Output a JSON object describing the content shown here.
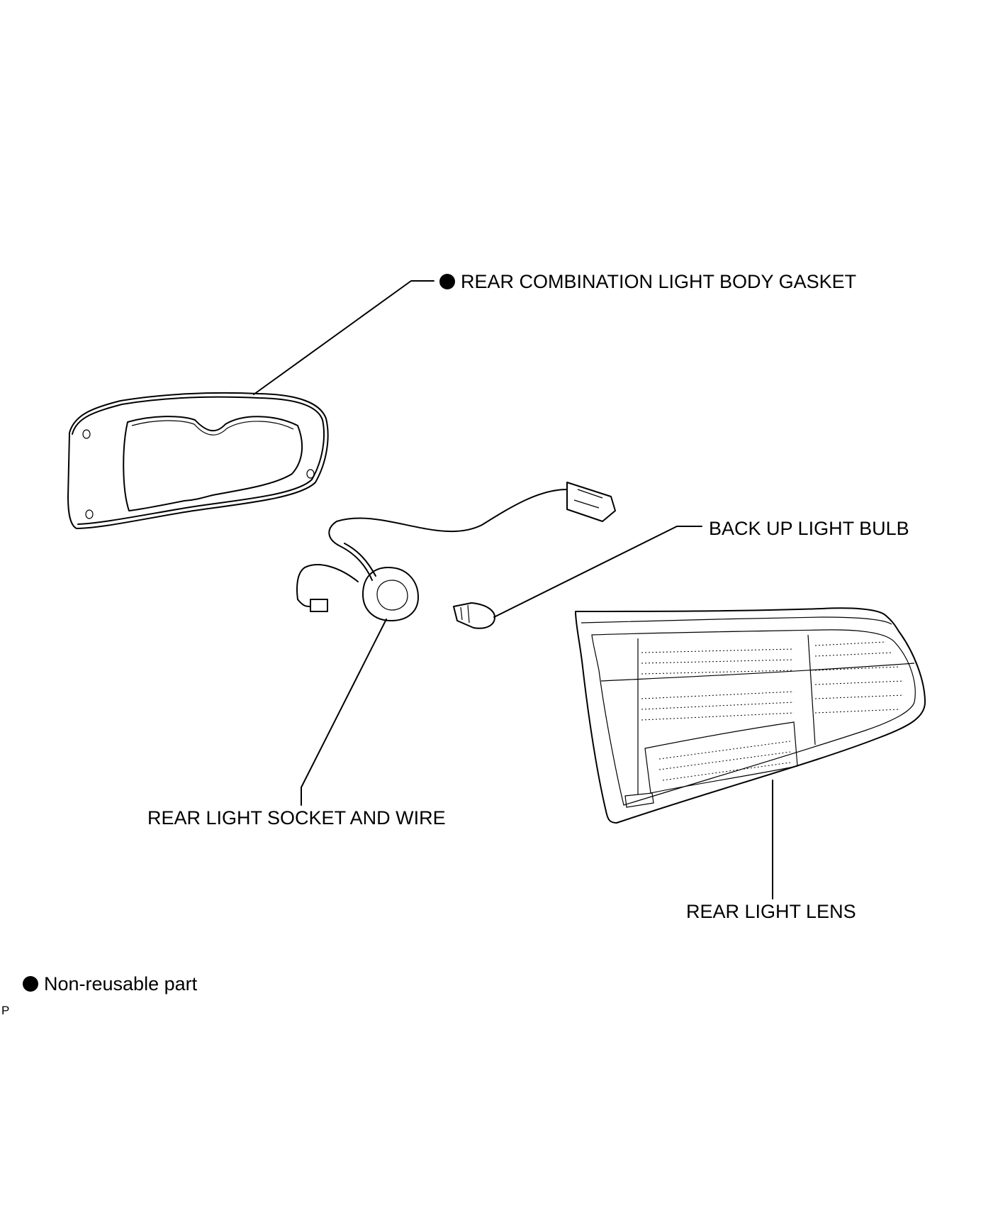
{
  "labels": {
    "gasket": "REAR COMBINATION LIGHT BODY GASKET",
    "bulb": "BACK UP LIGHT BULB",
    "socket": "REAR LIGHT SOCKET AND WIRE",
    "lens": "REAR LIGHT LENS"
  },
  "legend": {
    "text": "Non-reusable part",
    "symbol_icon": "filled-circle-icon"
  },
  "corner_code": "P"
}
